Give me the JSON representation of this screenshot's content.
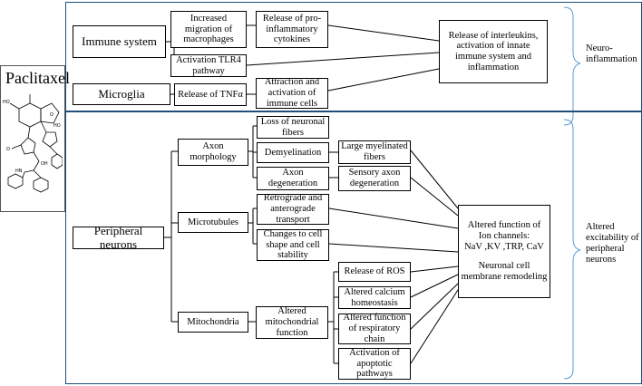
{
  "drug": {
    "name": "Paclitaxel"
  },
  "sections": {
    "neuroinflammation": {
      "label": "Neuro-\ninflammation",
      "boxes": {
        "immune_system": "Immune system",
        "microglia": "Microglia",
        "increased_migration": "Increased migration of macrophages",
        "activation_tlr4": "Activation TLR4 pathway",
        "release_tnf": "Release of TNFα",
        "release_cytokines": "Release of pro-inflammatory cytokines",
        "attraction_immune": "Attraction and activation of immune cells",
        "release_interleukins": "Release of interleukins, activation of innate immune system and inflammation"
      }
    },
    "excitability": {
      "label": "Altered excitability of peripheral neurons",
      "boxes": {
        "peripheral_neurons": "Peripheral neurons",
        "axon_morphology": "Axon morphology",
        "microtubules": "Microtubules",
        "mitochondria": "Mitochondria",
        "loss_fibers": "Loss of neuronal fibers",
        "demyelination": "Demyelination",
        "axon_degeneration": "Axon degeneration",
        "large_myelinated": "Large myelinated fibers",
        "sensory_axon": "Sensory axon degeneration",
        "retrograde": "Retrograde and anterograde transport",
        "changes_cell": "Changes to cell shape and cell stability",
        "altered_mito": "Altered mitochondrial function",
        "release_ros": "Release of ROS",
        "altered_calcium": "Altered calcium homeostasis",
        "altered_respiratory": "Altered function of respiratory chain",
        "activation_apoptotic": "Activation of apoptotic pathways",
        "ion_channels_title": "Altered function of Ion channels:",
        "ion_channels_list": "NaV ,KV ,TRP, CaV",
        "membrane": "Neuronal cell membrane remodeling"
      }
    }
  }
}
